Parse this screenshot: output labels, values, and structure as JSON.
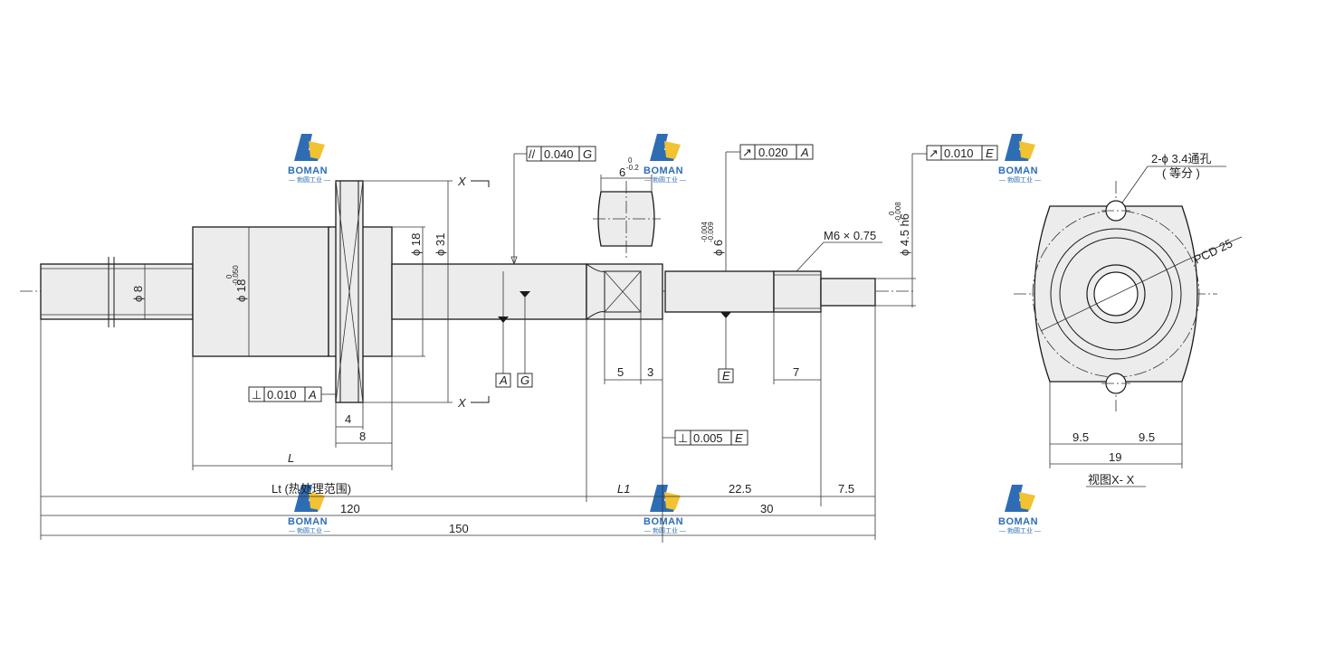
{
  "watermark": {
    "brand": "BOMAN",
    "subtitle": "— 勃圆工业 —",
    "blue": "#2e6db4",
    "yellow": "#f2c230"
  },
  "colors": {
    "line": "#1a1a1a",
    "fill": "#ececec"
  },
  "dims": {
    "d8": "ϕ 8",
    "d18_nut": "ϕ 18",
    "d18_tol_upper": "0",
    "d18_tol_lower": "-0.050",
    "d18_flange": "ϕ 18",
    "d31": "ϕ 31",
    "d6": "ϕ 6",
    "d6_tol_upper": "-0.004",
    "d6_tol_lower": "-0.009",
    "d45": "ϕ 4.5 h6",
    "d45_tol_upper": "0",
    "d45_tol_lower": "-0.008",
    "w6": "6",
    "w6_tol_upper": "0",
    "w6_tol_lower": "-0.2",
    "thread": "M6 × 0.75",
    "dim4": "4",
    "dim8": "8",
    "dimL": "L",
    "dim5": "5",
    "dim3": "3",
    "dim7": "7",
    "dimLt": "Lt (热处理范围)",
    "dimL1": "L1",
    "dim22_5": "22.5",
    "dim7_5": "7.5",
    "dim120": "120",
    "dim30": "30",
    "dim150": "150",
    "view_9_5_left": "9.5",
    "view_9_5_right": "9.5",
    "view_19": "19",
    "holes": "2-ϕ 3.4通孔",
    "holes_note": "( 等分 )",
    "pcd": "PCD 25",
    "view_title": "视图X- X",
    "section_mark": "X"
  },
  "tolerances": {
    "parallel": {
      "symbol": "//",
      "value": "0.040",
      "datum": "G"
    },
    "runout_a": {
      "symbol": "↗",
      "value": "0.020",
      "datum": "A"
    },
    "runout_e": {
      "symbol": "↗",
      "value": "0.010",
      "datum": "E"
    },
    "perp_a": {
      "symbol": "⊥",
      "value": "0.010",
      "datum": "A"
    },
    "perp_e": {
      "symbol": "⊥",
      "value": "0.005",
      "datum": "E"
    }
  },
  "datums": {
    "a": "A",
    "g": "G",
    "e": "E"
  }
}
